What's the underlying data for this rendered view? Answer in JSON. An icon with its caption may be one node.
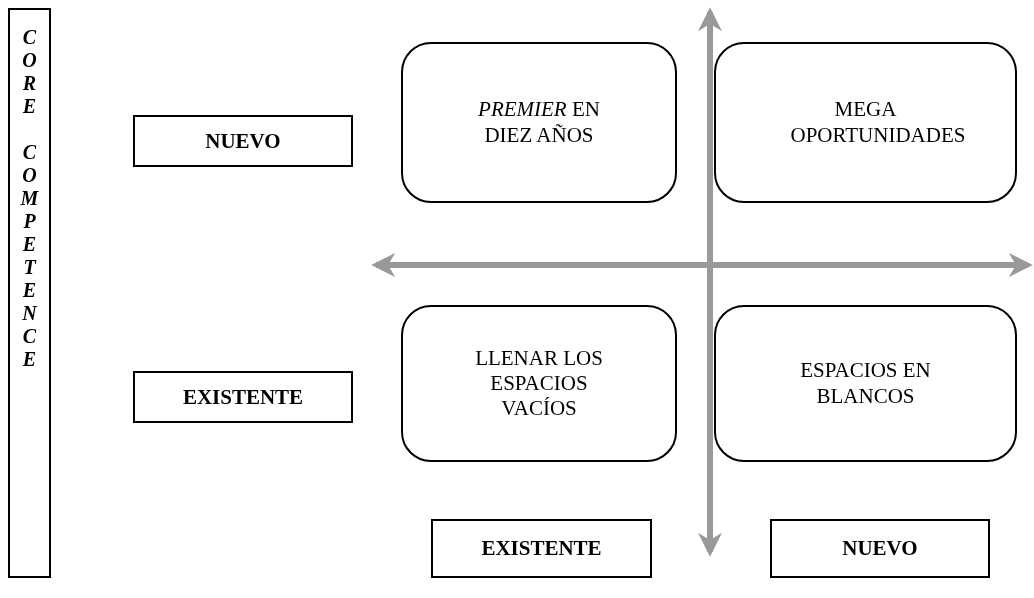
{
  "diagram": {
    "nodes": [
      {
        "text": [
          "CORE COMPETENCE"
        ]
      },
      {
        "text": [
          "NUEVO"
        ]
      },
      {
        "text": [
          "*PREMIER* EN DIEZ AÑOS"
        ]
      },
      {
        "text": [
          "MEGA OPORTUNIDADES"
        ]
      },
      {
        "text": [
          "EXISTENTE"
        ]
      },
      {
        "text": [
          "LLENAR LOS ESPACIOS VACÍOS"
        ]
      },
      {
        "text": [
          "ESPACIOS EN BLANCOS"
        ]
      },
      {
        "text": [
          "EXISTENTE"
        ]
      },
      {
        "text": [
          "NUEVO"
        ]
      }
    ]
  }
}
